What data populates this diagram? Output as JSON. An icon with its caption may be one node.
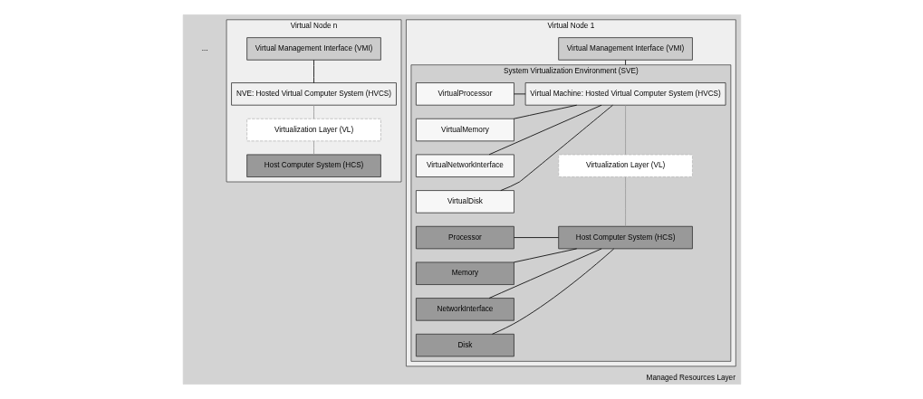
{
  "diagram": {
    "nodes": [
      {
        "text": [
          "Managed Resources Layer"
        ]
      },
      {
        "text": [
          "Virtual Node 1"
        ],
        "in": 0
      },
      {
        "text": [
          "Virtual Management Interface (VMI)"
        ],
        "in": 1
      },
      {
        "text": [
          "System Virtualization Environment (SVE)"
        ],
        "in": 1
      },
      {
        "text": [
          "Virtual Machine: Hosted Virtual Computer System (HVCS)"
        ],
        "in": 3
      },
      {
        "text": [
          "VirtualProcessor"
        ],
        "in": 3
      },
      {
        "text": [
          "VirtualMemory"
        ],
        "in": 3
      },
      {
        "text": [
          "VirtualNetworkInterface"
        ],
        "in": 3
      },
      {
        "text": [
          "VirtualDisk"
        ],
        "in": 3
      },
      {
        "text": [
          "Virtualization Layer (VL)"
        ],
        "in": 3
      },
      {
        "text": [
          "Host Computer System (HCS)"
        ],
        "in": 3
      },
      {
        "text": [
          "Processor"
        ],
        "in": 3
      },
      {
        "text": [
          "Memory"
        ],
        "in": 3
      },
      {
        "text": [
          "NetworkInterface"
        ],
        "in": 3
      },
      {
        "text": [
          "Disk"
        ],
        "in": 3
      },
      {
        "text": [
          "Virtual Node n"
        ],
        "in": 0
      },
      {
        "text": [
          "Virtual Management Interface (VMI)"
        ],
        "in": 15
      },
      {
        "text": [
          "NVE: Hosted Virtual Computer System (HVCS)"
        ],
        "in": 15
      },
      {
        "text": [
          "Virtualization Layer (VL)"
        ],
        "in": 15
      },
      {
        "text": [
          "Host Computer System (HCS)"
        ],
        "in": 15
      }
    ],
    "edges": [
      {
        "from": 2,
        "to": 3,
        "arrow": "none"
      },
      {
        "from": 4,
        "to": 5,
        "arrow": "none"
      },
      {
        "from": 4,
        "to": 6,
        "arrow": "none"
      },
      {
        "from": 4,
        "to": 7,
        "arrow": "none"
      },
      {
        "from": 4,
        "to": 8,
        "arrow": "none"
      },
      {
        "from": 4,
        "to": 9,
        "arrow": "none",
        "color": "#999999"
      },
      {
        "from": 9,
        "to": 10,
        "arrow": "none",
        "color": "#999999"
      },
      {
        "from": 10,
        "to": 11,
        "arrow": "none"
      },
      {
        "from": 10,
        "to": 12,
        "arrow": "none"
      },
      {
        "from": 10,
        "to": 13,
        "arrow": "none"
      },
      {
        "from": 10,
        "to": 14,
        "arrow": "none"
      },
      {
        "from": 16,
        "to": 17,
        "arrow": "none"
      },
      {
        "from": 17,
        "to": 18,
        "arrow": "none",
        "color": "#999999"
      },
      {
        "from": 18,
        "to": 19,
        "arrow": "none",
        "color": "#999999"
      }
    ],
    "labels": [
      "..."
    ]
  }
}
